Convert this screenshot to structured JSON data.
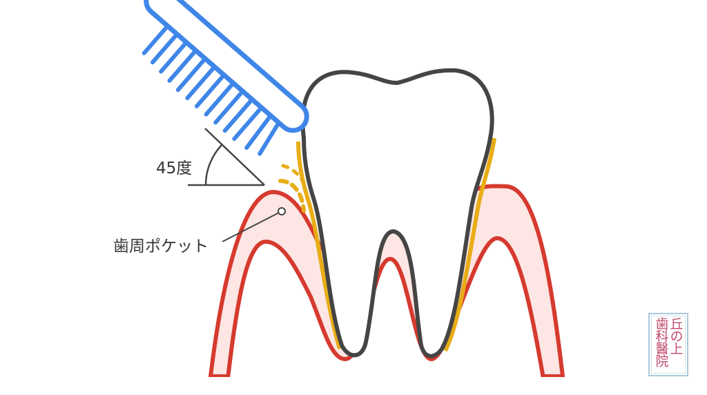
{
  "labels": {
    "angle": "45度",
    "pocket": "歯周ポケット"
  },
  "logo": {
    "line1": "丘の上",
    "line2": "歯科醫院"
  },
  "colors": {
    "brush": "#3f86e8",
    "tooth_outline": "#454545",
    "tartar": "#e8ad16",
    "gum_line": "#d63a2f",
    "gum_fill": "#fde6e3",
    "text": "#333333"
  }
}
